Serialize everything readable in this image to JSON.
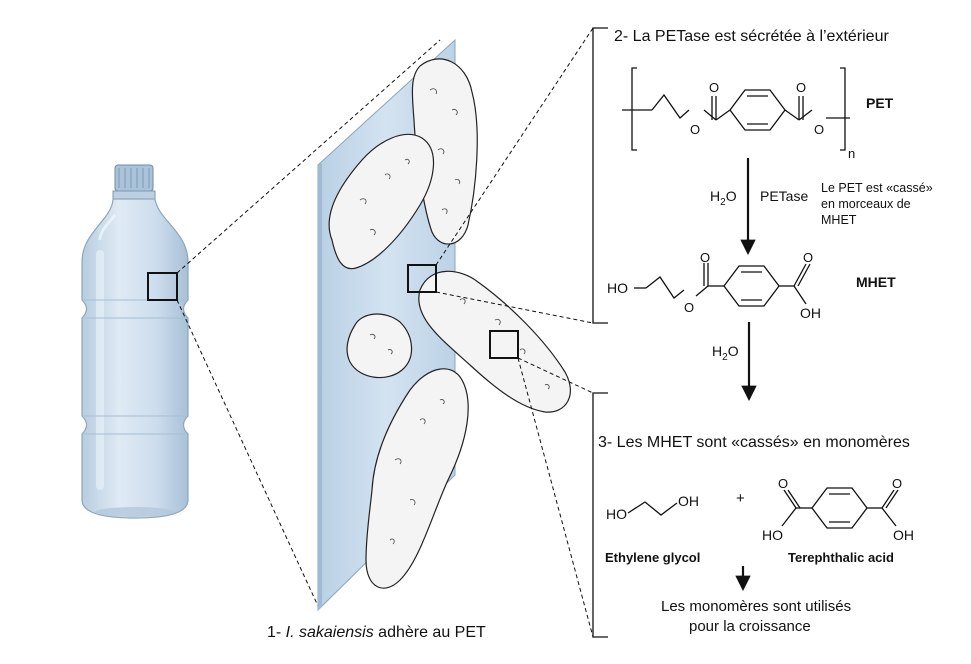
{
  "step2": {
    "title": "2- La PETase est sécrétée à l’extérieur",
    "pet_label": "PET",
    "repeat_n": "n",
    "arrow1_reagent": "H",
    "arrow1_reagent_sub": "2",
    "arrow1_reagent_end": "O",
    "enzyme": "PETase",
    "note_line1": "Le PET est «cassé»",
    "note_line2": "en morceaux de",
    "note_line3": "MHET",
    "mhet_label": "MHET",
    "mhet_ho": "HO",
    "mhet_oh": "OH",
    "arrow2_reagent": "H",
    "arrow2_reagent_sub": "2",
    "arrow2_reagent_end": "O",
    "atom_o": "O"
  },
  "step3": {
    "title": "3- Les MHET sont «cassés» en monomères",
    "plus": "+",
    "glycol_ho": "HO",
    "glycol_oh": "OH",
    "glycol_name": "Ethylene glycol",
    "acid_ho": "HO",
    "acid_oh": "OH",
    "acid_name": "Terephthalic acid",
    "result_line1": "Les monomères sont utilisés",
    "result_line2": "pour la croissance"
  },
  "step1": {
    "prefix": "1- ",
    "species": "I. sakaiensis",
    "suffix": " adhère au PET"
  },
  "colors": {
    "bottle": "#cfe0ef",
    "bottle_dark": "#a9c3da",
    "sheet": "#c9dcec",
    "bacteria": "#f4f4f4",
    "line": "#111111"
  }
}
